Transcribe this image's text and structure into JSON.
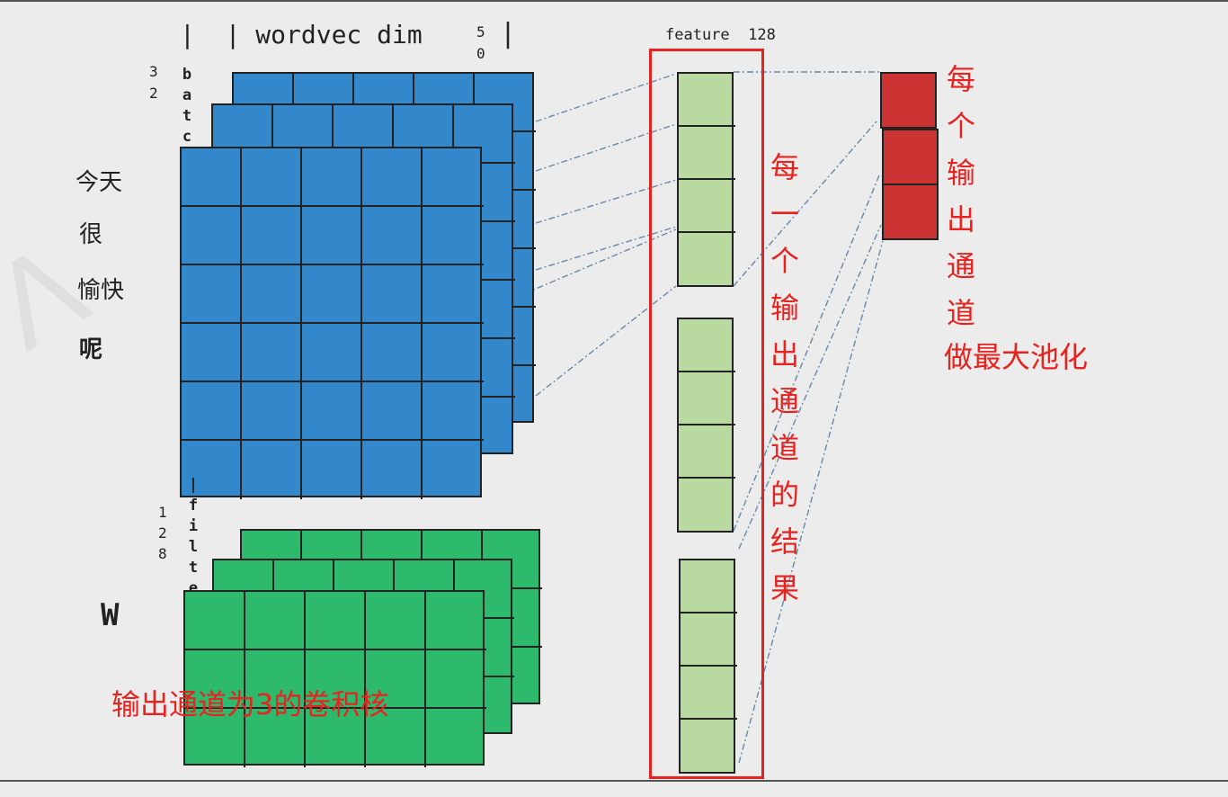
{
  "header": {
    "dim_label": "|  | wordvec dim",
    "dim_size_a": "5",
    "dim_size_b": "0",
    "dim_close": "|"
  },
  "batch": {
    "size_a": "3",
    "size_b": "2",
    "label": "batch|"
  },
  "sentence": {
    "line1": "今天",
    "line2": "很",
    "line3": "愉快",
    "line4": "呢"
  },
  "filter": {
    "label": "|filter|",
    "size_a": "1",
    "size_b": "2",
    "size_c": "8",
    "w_label": "W",
    "caption": "输出通道为3的卷积核"
  },
  "feature": {
    "label": "feature  128",
    "annotation": "每一个输出通道的结果"
  },
  "pooling": {
    "annotation_vertical": "每个输出通道",
    "annotation_last": "做最大池化"
  },
  "colors": {
    "input_blue": "#3388cc",
    "kernel_green": "#2eba6c",
    "feature_green": "#b8d9a0",
    "pool_red": "#cc3333",
    "annotation_red": "#e8221e",
    "dashed_line": "#6688aa"
  }
}
